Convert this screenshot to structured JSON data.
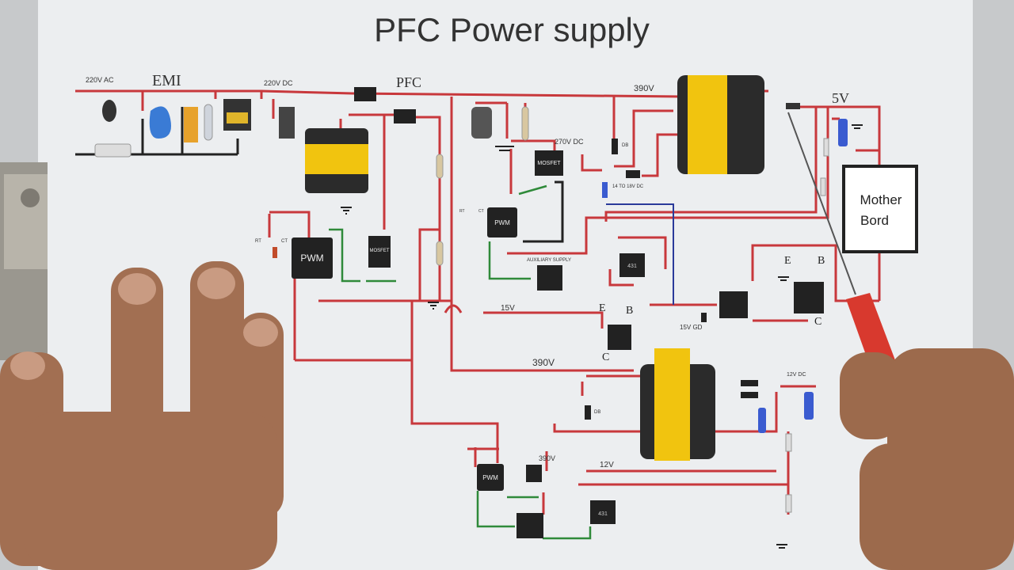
{
  "title": "PFC Power supply",
  "labels": {
    "ac_in": "220V AC",
    "emi": "EMI",
    "dc_220": "220V DC",
    "pfc": "PFC",
    "v390_top": "390V",
    "v5": "5V",
    "v270": "270V DC",
    "v14_18": "14 TO 18V DC",
    "mosfet_a": "MOSFET",
    "mosfet_b": "MOSFET",
    "pwm_a": "PWM",
    "pwm_b": "PWM",
    "pwm_c": "PWM",
    "auxiliary": "AUXILIARY SUPPLY",
    "v15": "15V",
    "v15_gd": "15V GD",
    "e1": "E",
    "b1": "B",
    "c1": "C",
    "e2": "E",
    "b2": "B",
    "c2": "C",
    "v390_mid": "390V",
    "v390_low": "390V",
    "v12": "12V",
    "v12dc": "12V DC",
    "mother_1": "Mother",
    "mother_2": "Bord",
    "rt": "RT",
    "ct": "CT",
    "db": "DB",
    "ic431": "431"
  },
  "colors": {
    "wire_red": "#c8383c",
    "wire_black": "#222222",
    "wire_green": "#2f8a3a",
    "wire_blue": "#2a3a9a",
    "core_yellow": "#f1c40f",
    "paper": "#eef0f2"
  }
}
